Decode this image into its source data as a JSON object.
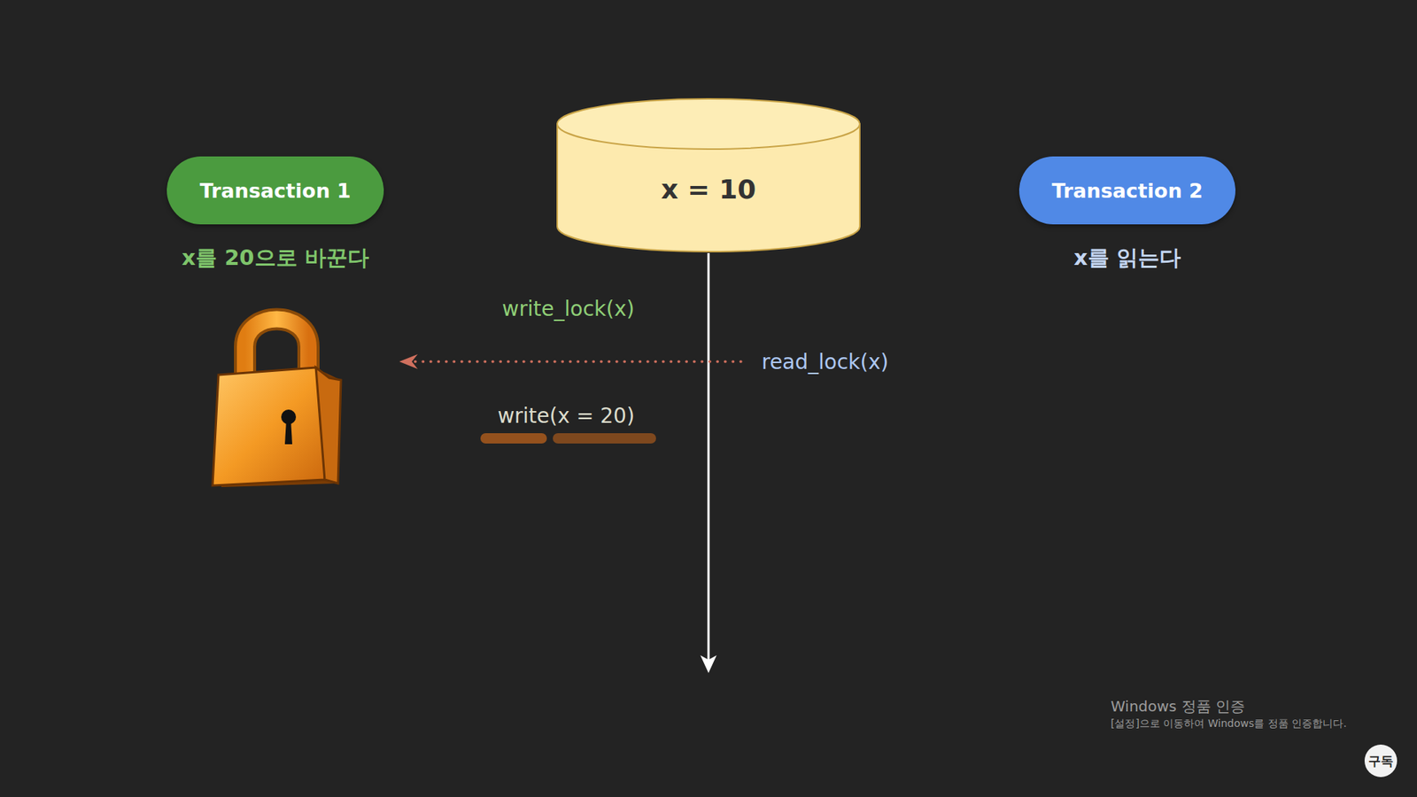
{
  "diagram": {
    "nodes": [
      {
        "text": [
          "Transaction 1",
          "x를 20으로 바꾼다"
        ]
      },
      {
        "text": [
          "x = 10"
        ]
      },
      {
        "text": [
          "Transaction 2",
          "x를 읽는다"
        ]
      }
    ],
    "labels": [
      "write_lock(x)",
      "read_lock(x)",
      "write(x = 20)",
      "Windows 정품 인증",
      "[설정]으로 이동하여 Windows를 정품 인증합니다.",
      "구독"
    ]
  }
}
